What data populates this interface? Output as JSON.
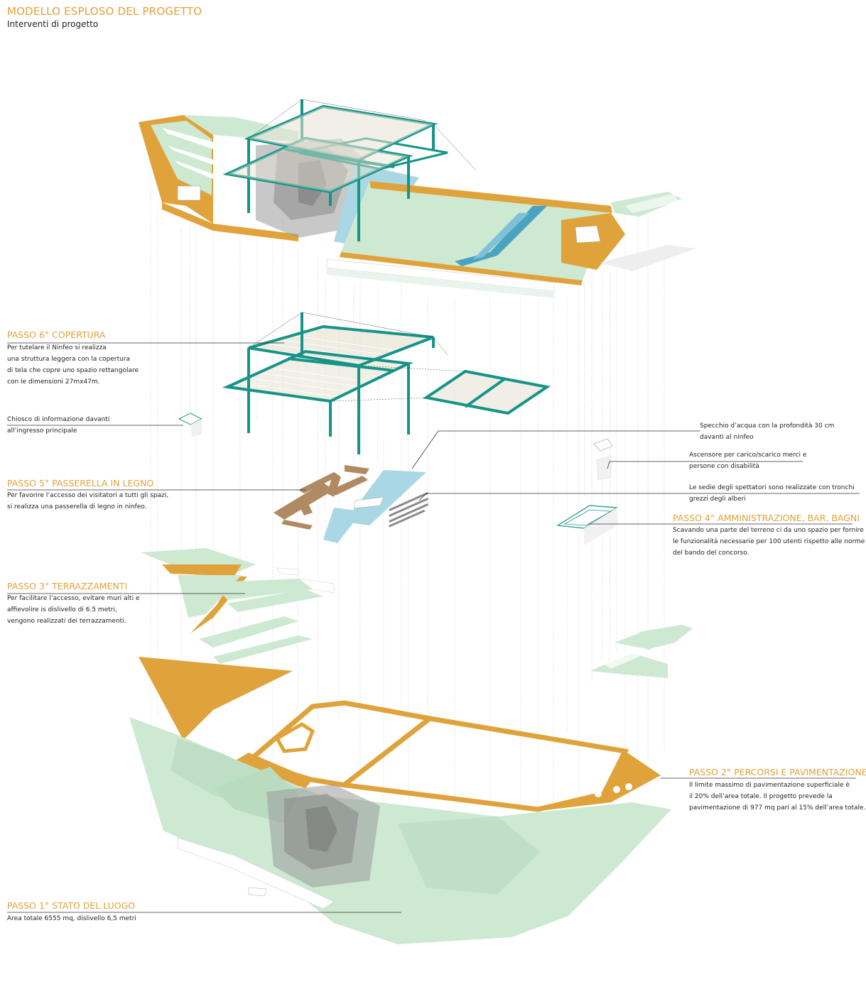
{
  "header": {
    "title": "MODELLO ESPLOSO DEL PROGETTO",
    "subtitle": "Interventi di progetto"
  },
  "colors": {
    "orange": "#e0a23a",
    "green": "#cde9d2",
    "teal": "#169488",
    "water": "#a9d7e4",
    "wood": "#b08a63",
    "gray": "#9a9a9a"
  },
  "steps": {
    "step6": {
      "title": "PASSO 6° COPERTURA",
      "lines": [
        "Per tutelare il Ninfeo si realizza",
        "una struttura leggera con la copertura",
        "di tela che copre uno spazio rettangolare",
        "con le dimensioni 27mx47m."
      ]
    },
    "step5": {
      "title": "PASSO 5° PASSERELLA IN LEGNO",
      "lines": [
        "Per favorire l’accesso dei visitatori a tutti gli spazi,",
        "si realizza una passerella di legno in ninfeo."
      ]
    },
    "step4": {
      "title": "PASSO 4° AMMINISTRAZIONE, BAR, BAGNI",
      "lines": [
        "Scavando una parte del terreno ci da uno spazio per fornire",
        "le funzionalità necessarie per 100 utenti rispetto alle norme",
        " del bando del concorso."
      ]
    },
    "step3": {
      "title": "PASSO 3° TERRAZZAMENTI",
      "lines": [
        "Per facilitare l’accesso, evitare muri alti e",
        "affievolire is dislivello di 6.5 metri,",
        "vengono realizzati dei terrazzamenti."
      ]
    },
    "step2": {
      "title": "PASSO 2° PERCORSI E PAVIMENTAZIONE",
      "lines": [
        "Il limite massimo di pavimentazione superficiale è",
        "il 20% dell’area totale. Il progetto prevede la",
        "pavimentazione di 977 mq pari al 15% dell’area totale."
      ]
    },
    "step1": {
      "title": "PASSO 1° STATO DEL LUOGO",
      "lines": [
        "Area totale 6555 mq, dislivello 6,5 metri"
      ]
    }
  },
  "annotations": {
    "chiosco": [
      "Chiosco di informazione davanti",
      "all’ingresso principale"
    ],
    "specchio": [
      "Specchio d’acqua con la profondità 30 cm",
      "davanti al ninfeo"
    ],
    "ascensore": [
      "Ascensore per carico/scarico merci e",
      "persone con disabilità"
    ],
    "sedie": [
      "Le sedie degli spettatori sono realizzate con tronchi",
      "grezzi degli alberi"
    ]
  }
}
